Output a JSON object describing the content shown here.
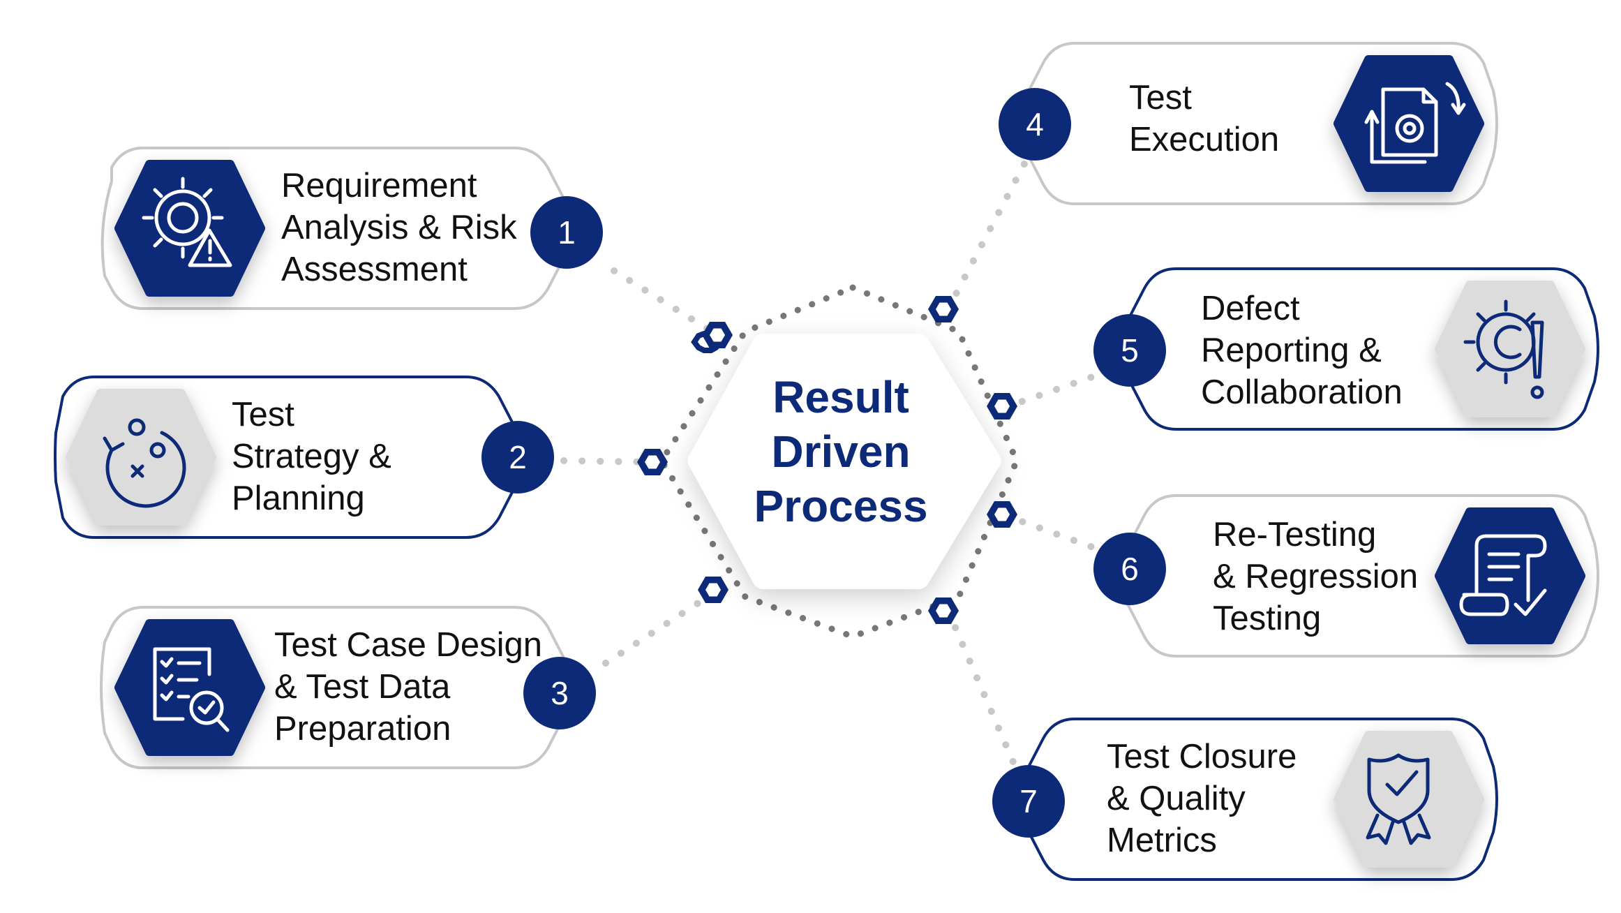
{
  "center": {
    "lines": [
      "Result",
      "Driven",
      "Process"
    ]
  },
  "colors": {
    "navy": "#0d2a78",
    "gray_icon_bg": "#dcdcdc",
    "dot": "#c8c8c8",
    "ring_dot": "#777777",
    "text": "#111111"
  },
  "steps": [
    {
      "number": "1",
      "lines": [
        "Requirement",
        "Analysis & Risk",
        "Assessment"
      ],
      "icon": "gear-warning-icon",
      "icon_style": "navy"
    },
    {
      "number": "2",
      "lines": [
        "Test",
        "Strategy &",
        "Planning"
      ],
      "icon": "strategy-play-icon",
      "icon_style": "gray"
    },
    {
      "number": "3",
      "lines": [
        "Test Case Design",
        "& Test Data",
        "Preparation"
      ],
      "icon": "checklist-search-icon",
      "icon_style": "navy"
    },
    {
      "number": "4",
      "lines": [
        "Test",
        "Execution"
      ],
      "icon": "document-gear-cycle-icon",
      "icon_style": "navy"
    },
    {
      "number": "5",
      "lines": [
        "Defect",
        "Reporting &",
        "Collaboration"
      ],
      "icon": "gear-alert-icon",
      "icon_style": "gray"
    },
    {
      "number": "6",
      "lines": [
        "Re-Testing",
        "& Regression",
        "Testing"
      ],
      "icon": "scroll-check-icon",
      "icon_style": "navy"
    },
    {
      "number": "7",
      "lines": [
        "Test Closure",
        "& Quality",
        "Metrics"
      ],
      "icon": "shield-badge-icon",
      "icon_style": "gray"
    }
  ]
}
